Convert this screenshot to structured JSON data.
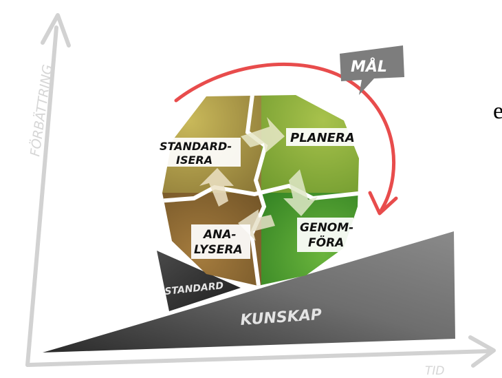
{
  "axes": {
    "y_label": "FÖRBÄTTRING",
    "x_label": "TID"
  },
  "goal": {
    "label": "MÅL"
  },
  "cycle": {
    "steps": [
      {
        "label_line1": "STANDARD-",
        "label_line2": "ISERA"
      },
      {
        "label_line1": "PLANERA",
        "label_line2": ""
      },
      {
        "label_line1": "GENOM-",
        "label_line2": "FÖRA"
      },
      {
        "label_line1": "ANA-",
        "label_line2": "LYSERA"
      }
    ]
  },
  "wedges": {
    "standard": "STANDARD",
    "knowledge": "KUNSKAP"
  },
  "edge_text": "e",
  "colors": {
    "goal_arrow": "#e84c4c",
    "callout": "#7d7d7d",
    "axis": "#d2d2d2",
    "ramp_dark": "#3a3a3a",
    "circle_greens": [
      "#b3a34a",
      "#86a83a",
      "#4f9a2c",
      "#8c6a34"
    ]
  }
}
